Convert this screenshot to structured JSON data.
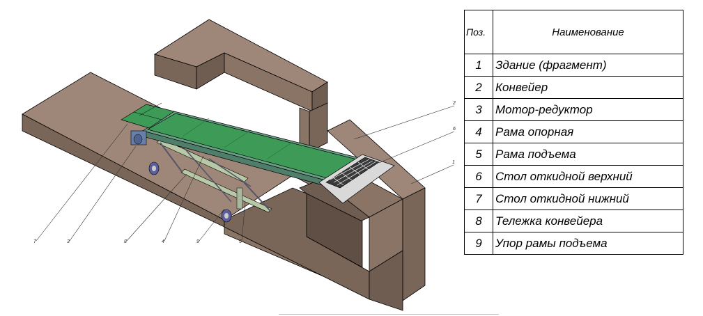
{
  "table": {
    "header_pos": "Поз.",
    "header_name": "Наименование",
    "rows": [
      {
        "pos": "1",
        "name": "Здание (фрагмент)"
      },
      {
        "pos": "2",
        "name": "Конвейер"
      },
      {
        "pos": "3",
        "name": "Мотор-редуктор"
      },
      {
        "pos": "4",
        "name": "Рама опорная"
      },
      {
        "pos": "5",
        "name": "Рама подъема"
      },
      {
        "pos": "6",
        "name": "Стол откидной верхний"
      },
      {
        "pos": "7",
        "name": "Стол откидной нижний"
      },
      {
        "pos": "8",
        "name": "Тележка конвейера"
      },
      {
        "pos": "9",
        "name": "Упор рамы подъема"
      }
    ]
  },
  "callouts": {
    "c1": "1",
    "c2": "2",
    "c3": "3",
    "c4": "4",
    "c5": "5",
    "c6": "6",
    "c7": "7",
    "c8": "8",
    "c9": "9"
  },
  "colors": {
    "building": "#8a7466",
    "building_dark": "#6f5d52",
    "building_light": "#9e8779",
    "belt": "#3e9a57",
    "frame": "#8fa79a",
    "grid": "#3a3a3a"
  }
}
